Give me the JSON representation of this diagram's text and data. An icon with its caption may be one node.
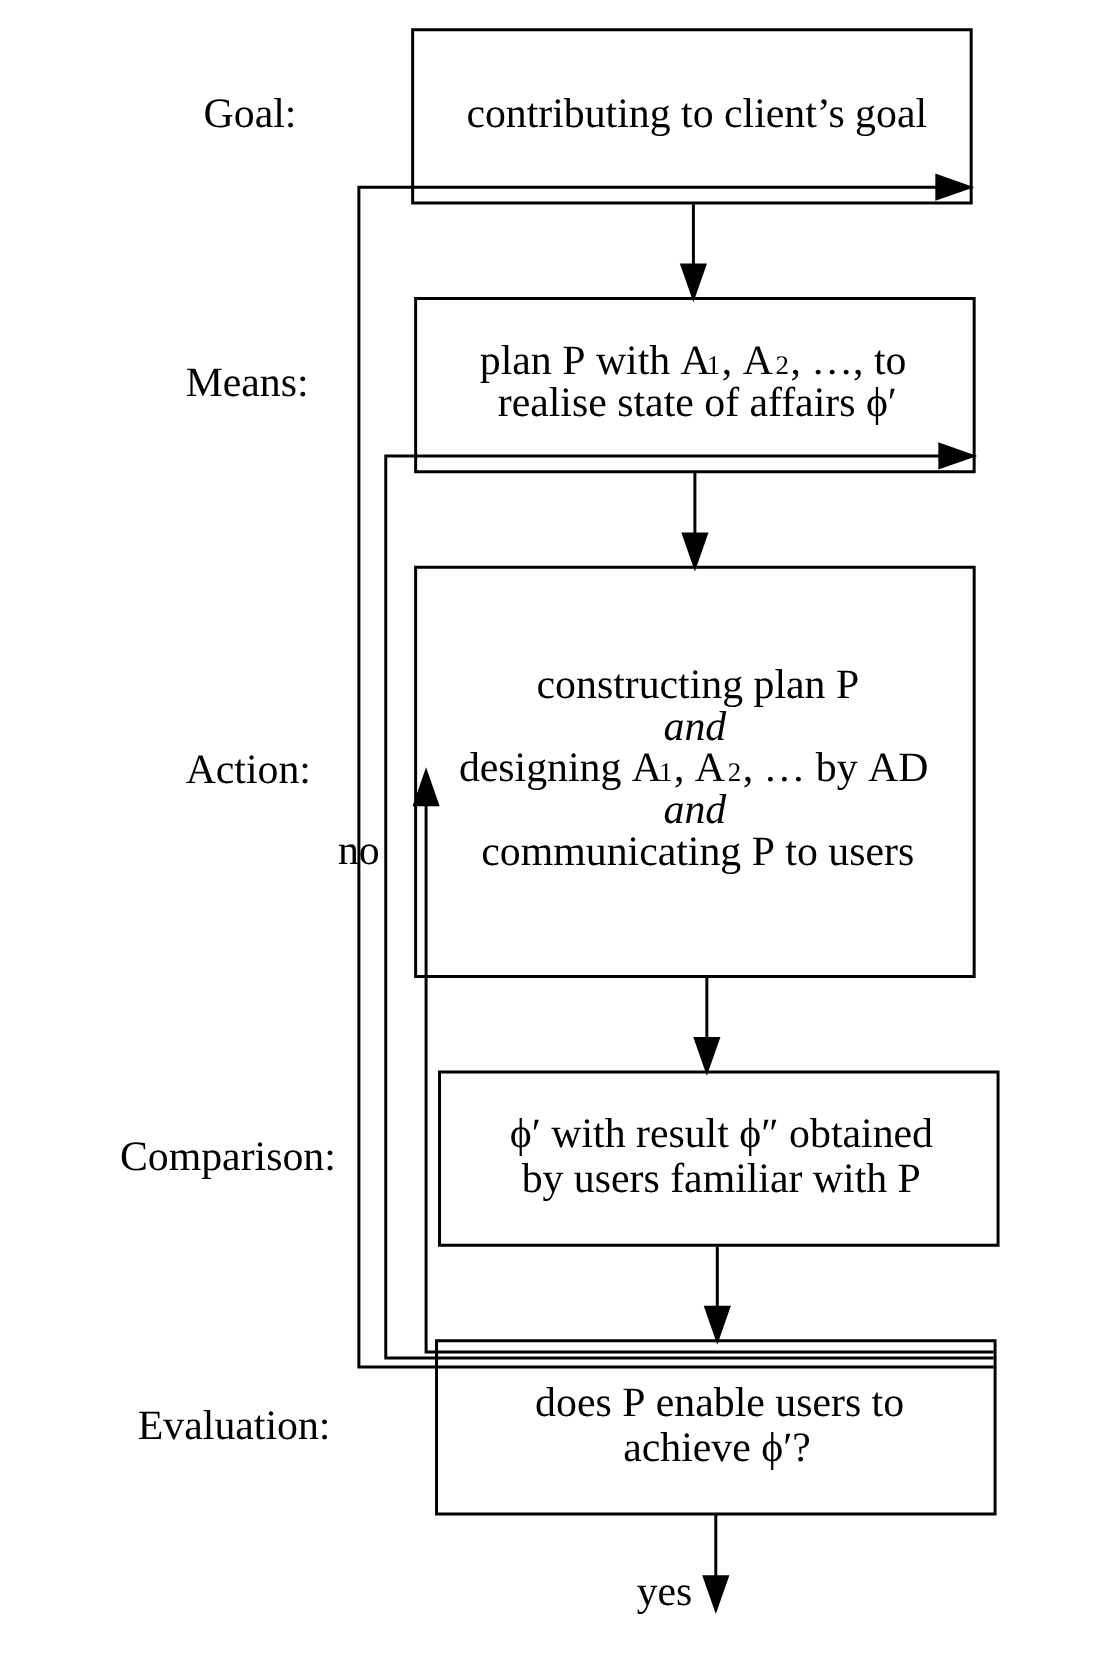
{
  "diagram": {
    "nodes": [
      {
        "text": [
          "contributing to client’s goal"
        ],
        "beside": [
          "Goal:"
        ]
      },
      {
        "text": [
          "plan P with A$_{1}$, A$_{2}$, …, to realise state of affairs ϕ′"
        ],
        "beside": [
          "Means:"
        ]
      },
      {
        "text": [
          "constructing plan P",
          "and",
          "designing A$_{1}$, A$_{2}$, … by AD",
          "and",
          "communicating P to users"
        ],
        "beside": [
          "Action:"
        ]
      },
      {
        "text": [
          "ϕ′ with result ϕ″ obtained by users familiar with P"
        ],
        "beside": [
          "Comparison:"
        ]
      },
      {
        "text": [
          "does P enable users to achieve ϕ′?"
        ],
        "beside": [
          "Evaluation:"
        ]
      }
    ],
    "edges": [
      {
        "from": 0,
        "to": 1,
        "arrow": "to"
      },
      {
        "from": 1,
        "to": 2,
        "arrow": "to"
      },
      {
        "from": 2,
        "to": 3,
        "arrow": "to"
      },
      {
        "from": 3,
        "to": 4,
        "arrow": "to"
      },
      {
        "from": 4,
        "to": null,
        "arrow": "to",
        "label": "yes"
      },
      {
        "from": 4,
        "to": 0,
        "arrow": "to",
        "label": "no"
      },
      {
        "from": 4,
        "to": 1,
        "arrow": "to"
      },
      {
        "from": 4,
        "to": 2,
        "arrow": "to"
      }
    ]
  }
}
